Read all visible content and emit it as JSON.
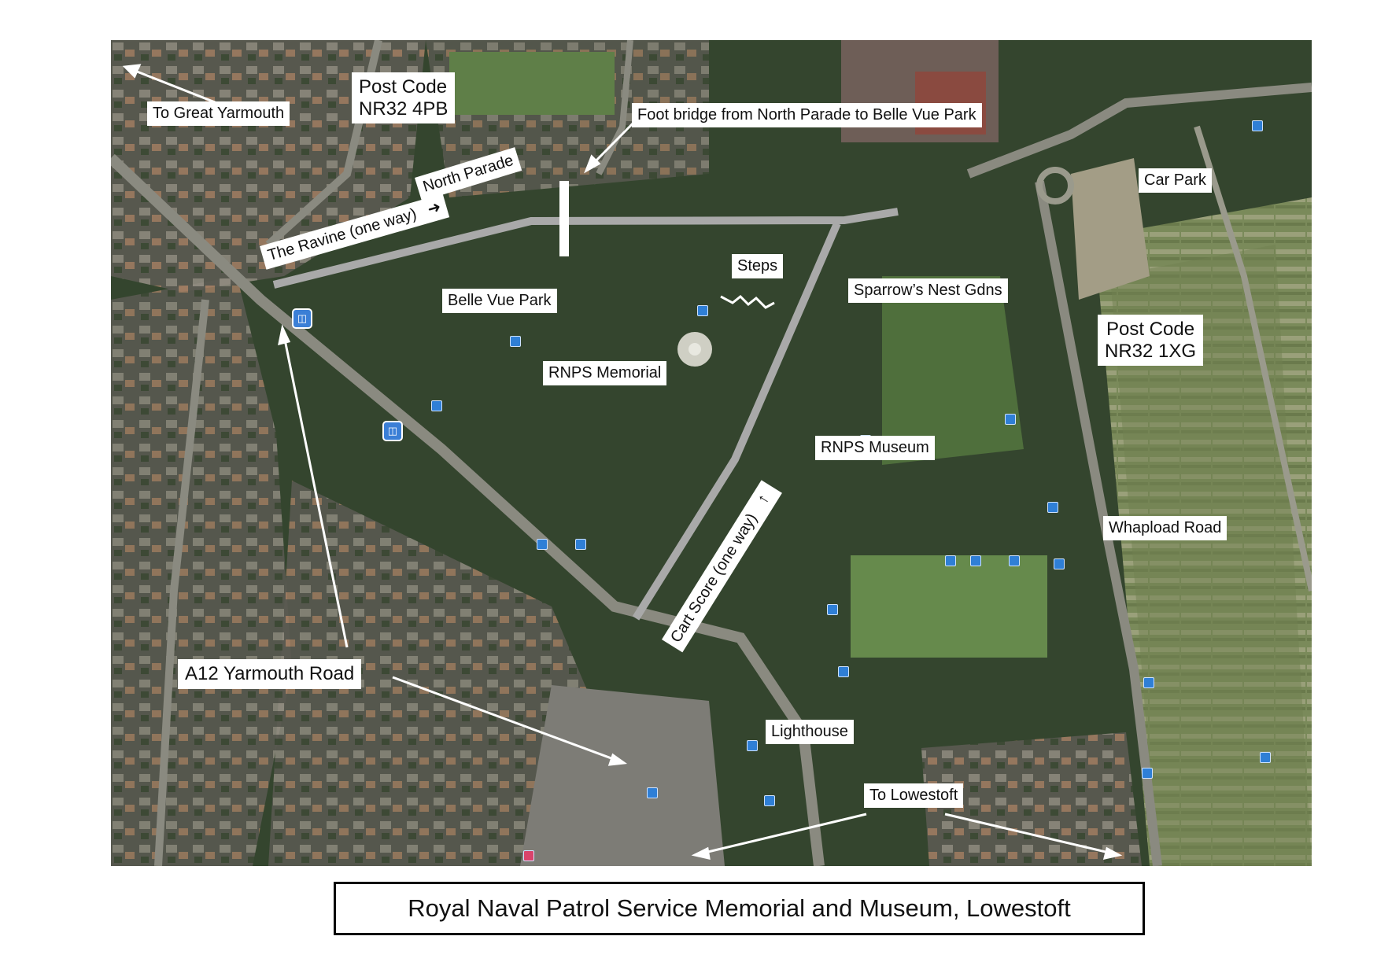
{
  "map": {
    "labels": {
      "to_great_yarmouth": "To Great Yarmouth",
      "post_code_north": "Post Code\nNR32 4PB",
      "foot_bridge": "Foot bridge from North Parade to Belle Vue Park",
      "north_parade": "North Parade",
      "the_ravine": "The Ravine  (one way)",
      "car_park": "Car Park",
      "steps": "Steps",
      "sparrows_nest": "Sparrow’s Nest Gdns",
      "belle_vue_park": "Belle Vue Park",
      "post_code_south": "Post Code\nNR32 1XG",
      "rnps_memorial": "RNPS Memorial",
      "rnps_museum": "RNPS Museum",
      "cart_score": "Cart Score  (one way)",
      "whapload_road": "Whapload Road",
      "a12_road": "A12  Yarmouth Road",
      "lighthouse": "Lighthouse",
      "to_lowestoft": "To Lowestoft"
    },
    "arrows": {
      "right": "➜",
      "left": "←"
    },
    "colors": {
      "route": "#a9a9a9",
      "label_bg": "#ffffff",
      "trees": "#2f3f2a",
      "grass": "#5f7f48",
      "road": "#8a8a80"
    },
    "icons": [
      "bus-stop-icon",
      "poi-marker-icon",
      "museum-icon",
      "hospital-icon"
    ]
  },
  "caption": "Royal Naval Patrol Service Memorial and Museum, Lowestoft"
}
